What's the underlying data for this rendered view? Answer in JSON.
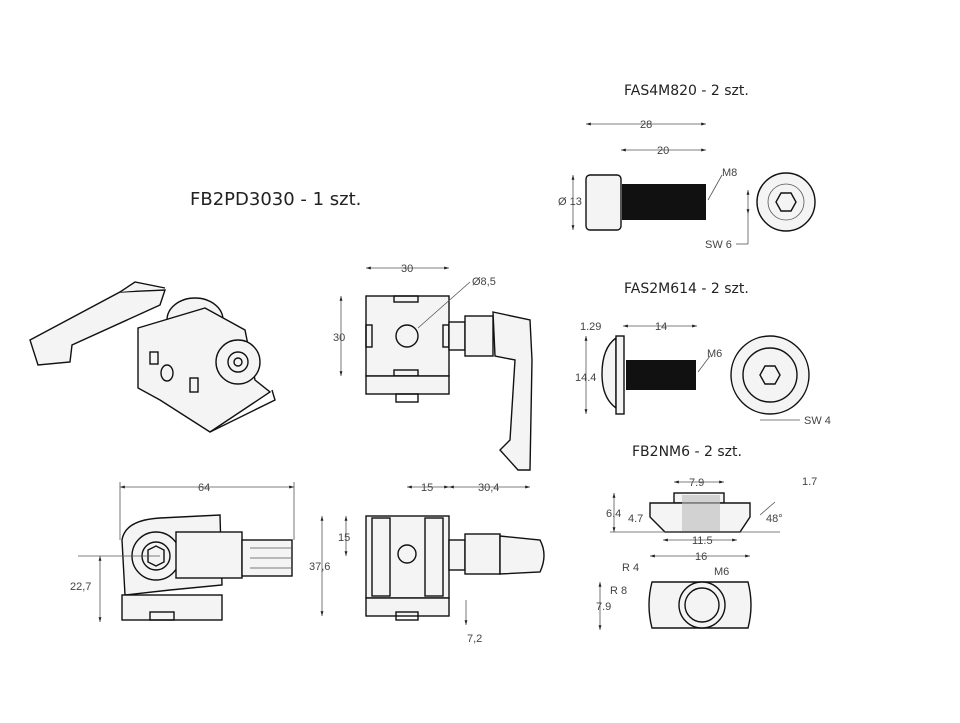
{
  "parts": {
    "clamp": {
      "title": "FB2PD3030 - 1 szt.",
      "dims": {
        "width_top": "30",
        "hole": "Ø8,5",
        "height_left": "30",
        "length": "64",
        "height_axis": "22,7",
        "offset": "15",
        "lever": "30,4",
        "vertical_15": "15",
        "total_height": "37,6",
        "bottom": "7,2"
      }
    },
    "bolt_m8": {
      "title": "FAS4M820 - 2 szt.",
      "dims": {
        "length": "28",
        "thread": "20",
        "thread_size": "M8",
        "head_dia": "Ø 13",
        "socket": "SW 6"
      }
    },
    "bolt_m6": {
      "title": "FAS2M614 - 2 szt.",
      "dims": {
        "flange": "1.29",
        "length": "14",
        "thread_size": "M6",
        "head_dia": "14.4",
        "socket": "SW 4"
      }
    },
    "nut": {
      "title": "FB2NM6 - 2 szt.",
      "dims": {
        "top": "7.9",
        "step": "1.7",
        "height": "6.4",
        "lower": "4.7",
        "angle": "48°",
        "bottom": "11.5",
        "width": "16",
        "r4": "R 4",
        "thread_size": "M6",
        "r8": "R 8",
        "depth": "7.9"
      }
    }
  }
}
